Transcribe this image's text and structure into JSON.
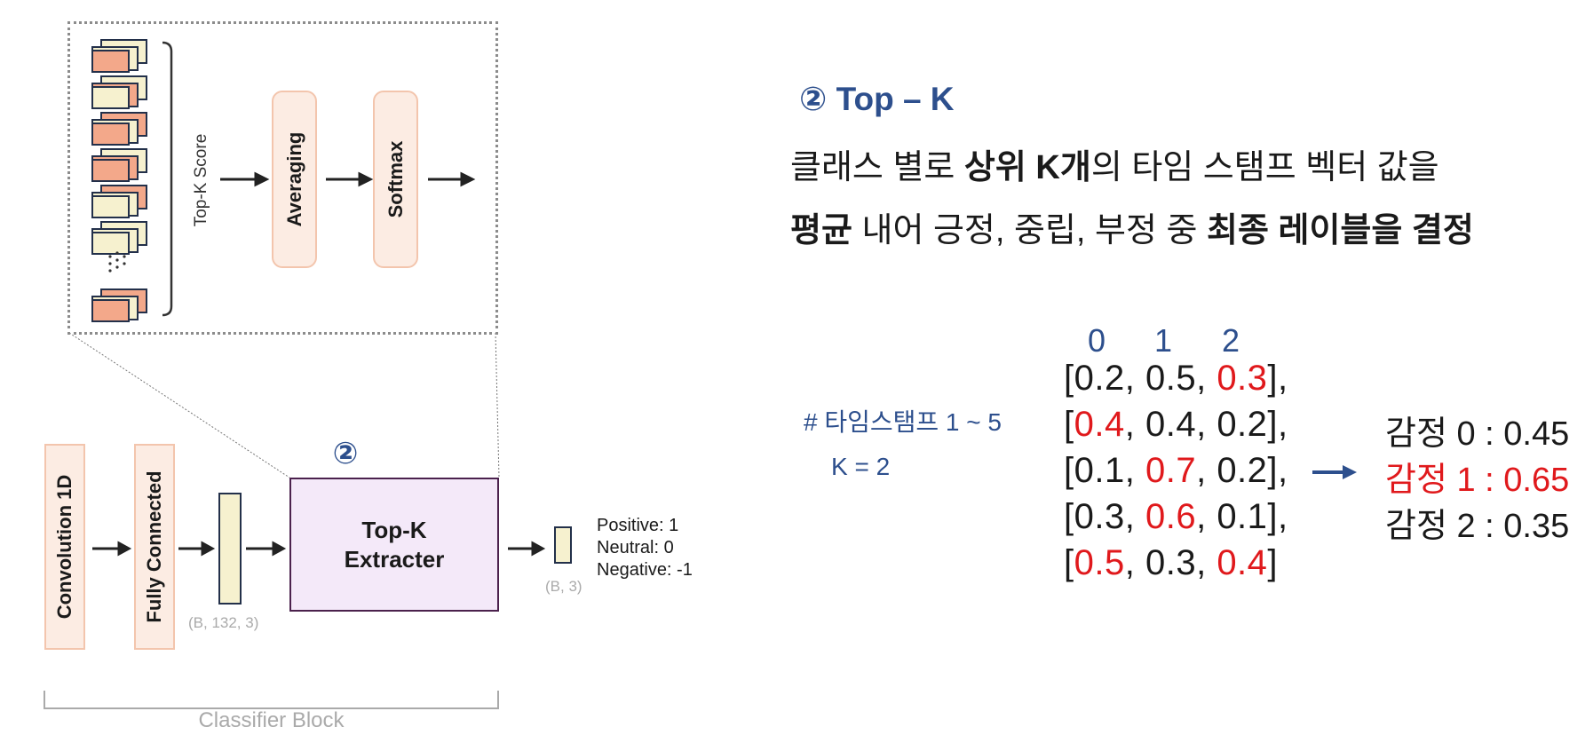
{
  "diagram": {
    "zoom_panel": {
      "brace_label": "Top-K Score",
      "averaging_label": "Averaging",
      "softmax_label": "Softmax"
    },
    "classifier": {
      "conv_label": "Convolution 1D",
      "fc_label": "Fully Connected",
      "fc_shape": "(B, 132, 3)",
      "badge": "②",
      "topk_line1": "Top-K",
      "topk_line2": "Extracter",
      "out_shape": "(B, 3)",
      "legend": [
        "Positive: 1",
        "Neutral: 0",
        "Negative: -1"
      ],
      "block_label": "Classifier Block"
    }
  },
  "explanation": {
    "heading_badge": "②",
    "heading_title": "Top – K",
    "line1": {
      "a": "클래스 별로 ",
      "b": "상위 K개",
      "c": "의 타임 스탬프 벡터 값을"
    },
    "line2": {
      "a": "평균",
      "b": " 내어 긍정, 중립, 부정 중 ",
      "c": "최종 레이블을 결정"
    },
    "note_timestamps": "# 타임스탬프 1 ~ 5",
    "note_k": "K = 2",
    "col_headers": [
      "0",
      "1",
      "2"
    ],
    "rows": [
      [
        "[",
        "0.2",
        ", ",
        "0.5",
        ", ",
        "0.3",
        "],"
      ],
      [
        "[",
        "0.4",
        ", ",
        "0.4",
        ", ",
        "0.2",
        "],"
      ],
      [
        "[",
        "0.1",
        ", ",
        "0.7",
        ", ",
        "0.2",
        "],"
      ],
      [
        "[",
        "0.3",
        ", ",
        "0.6",
        ", ",
        "0.1",
        "],"
      ],
      [
        "[",
        "0.5",
        ", ",
        "0.3",
        ", ",
        "0.4",
        "]"
      ]
    ],
    "results": [
      "감정 0 : 0.45",
      "감정 1  : 0.65",
      "감정 2 : 0.35"
    ],
    "colors": {
      "accent_blue": "#2d4f8d",
      "highlight_red": "#e0191c",
      "peach_fill": "#f3a88a",
      "cream_fill": "#f6f1cf",
      "lavender": "#f4e9f9"
    }
  }
}
